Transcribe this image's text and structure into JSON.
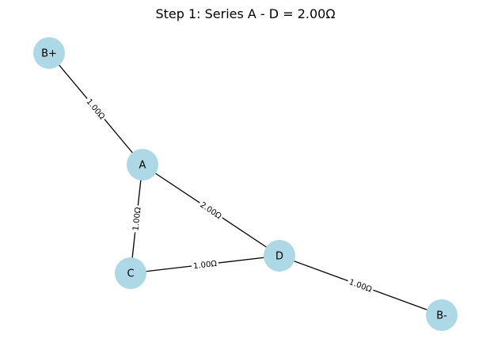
{
  "title": "Step 1: Series A - D = 2.00Ω",
  "colors": {
    "node_fill": "#add8e6",
    "edge": "#000000",
    "background": "#ffffff"
  },
  "nodes": [
    {
      "id": "B+",
      "label": "B+"
    },
    {
      "id": "A",
      "label": "A"
    },
    {
      "id": "C",
      "label": "C"
    },
    {
      "id": "D",
      "label": "D"
    },
    {
      "id": "B-",
      "label": "B-"
    }
  ],
  "edges": [
    {
      "source": "B+",
      "target": "A",
      "label": "1.00Ω"
    },
    {
      "source": "A",
      "target": "C",
      "label": "1.00Ω"
    },
    {
      "source": "A",
      "target": "D",
      "label": "2.00Ω"
    },
    {
      "source": "C",
      "target": "D",
      "label": "1.00Ω"
    },
    {
      "source": "D",
      "target": "B-",
      "label": "1.00Ω"
    }
  ]
}
